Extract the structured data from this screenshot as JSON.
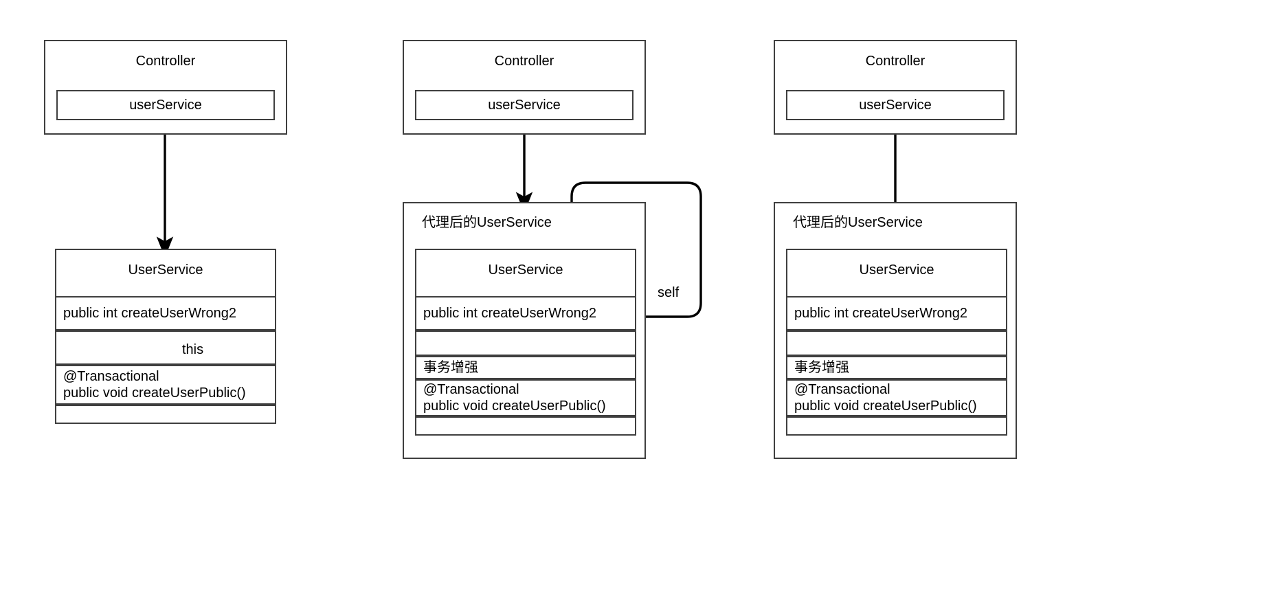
{
  "diagram": {
    "title": "Spring @Transactional self-invocation vs proxy call",
    "stroke_color": "#3f3f3f",
    "edge_color": "#000000",
    "background": "#ffffff",
    "panel_count": 3
  },
  "panels": [
    {
      "id": "panel-1",
      "controller": {
        "title": "Controller",
        "field": "userService"
      },
      "service": {
        "title": "UserService",
        "rows": [
          {
            "kind": "method",
            "text": "public int createUserWrong2"
          },
          {
            "kind": "blank",
            "text": ""
          },
          {
            "kind": "annotated-method",
            "line1": "@Transactional",
            "line2": "public void createUserPublic()"
          },
          {
            "kind": "blank",
            "text": ""
          }
        ]
      },
      "edges": [
        {
          "name": "controller-to-service",
          "label": ""
        },
        {
          "name": "self-invocation-this",
          "label": "this"
        }
      ]
    },
    {
      "id": "panel-2",
      "controller": {
        "title": "Controller",
        "field": "userService"
      },
      "proxy": {
        "title": "代理后的UserService",
        "inner": {
          "title": "UserService",
          "rows": [
            {
              "kind": "method",
              "text": "public int createUserWrong2"
            },
            {
              "kind": "blank",
              "text": ""
            },
            {
              "kind": "advice",
              "text": "事务增强"
            },
            {
              "kind": "annotated-method",
              "line1": "@Transactional",
              "line2": "public void createUserPublic()"
            },
            {
              "kind": "blank",
              "text": ""
            }
          ]
        }
      },
      "edges": [
        {
          "name": "controller-to-proxy",
          "label": ""
        },
        {
          "name": "self-proxy-loop",
          "label": "self"
        }
      ]
    },
    {
      "id": "panel-3",
      "controller": {
        "title": "Controller",
        "field": "userService"
      },
      "proxy": {
        "title": "代理后的UserService",
        "inner": {
          "title": "UserService",
          "rows": [
            {
              "kind": "method",
              "text": "public int createUserWrong2"
            },
            {
              "kind": "blank",
              "text": ""
            },
            {
              "kind": "advice",
              "text": "事务增强"
            },
            {
              "kind": "annotated-method",
              "line1": "@Transactional",
              "line2": "public void createUserPublic()"
            },
            {
              "kind": "blank",
              "text": ""
            }
          ]
        }
      },
      "edges": [
        {
          "name": "controller-to-advice",
          "label": ""
        }
      ]
    }
  ]
}
